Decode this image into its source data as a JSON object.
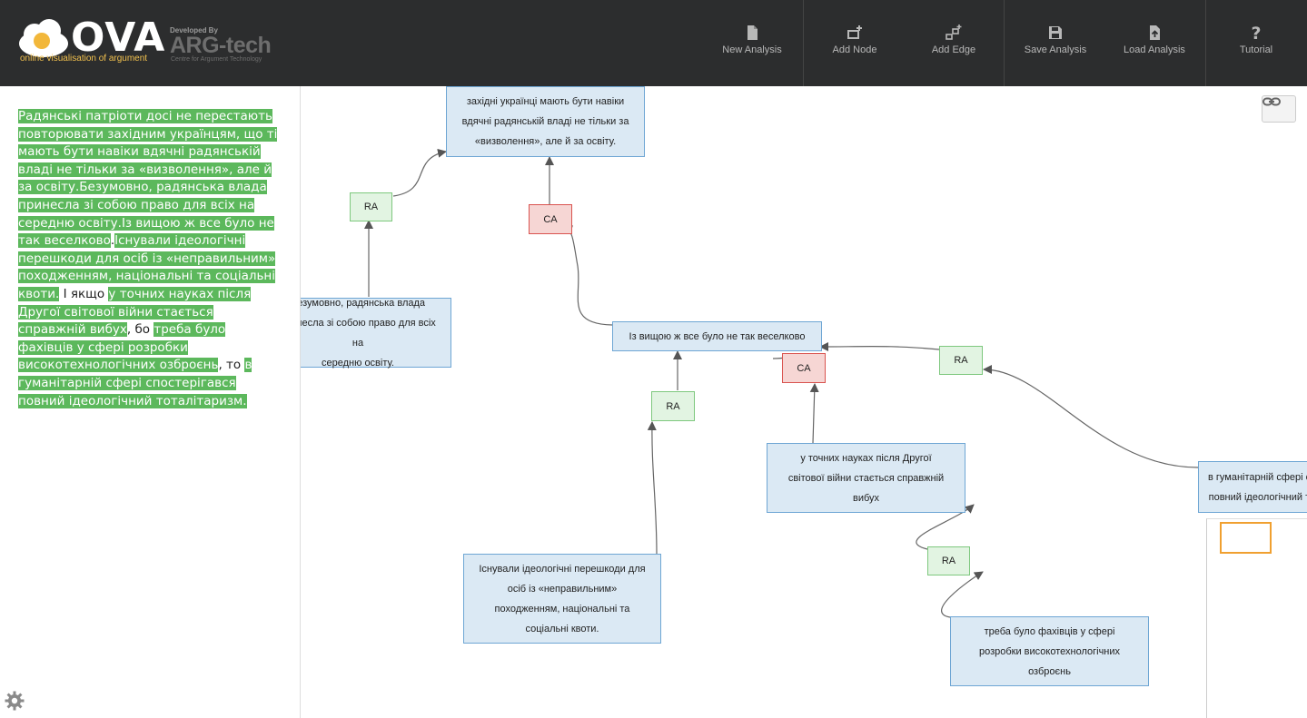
{
  "header": {
    "logo_text": "OVA",
    "logo_tagline": "online visualisation of argument",
    "arg_developed_by": "Developed By",
    "arg_name": "ARG-tech",
    "arg_subtitle": "Centre for Argument Technology",
    "nav": [
      {
        "label": "New Analysis",
        "icon": "file-icon"
      },
      {
        "label": "Add Node",
        "icon": "add-node-icon"
      },
      {
        "label": "Add Edge",
        "icon": "add-edge-icon"
      },
      {
        "label": "Save Analysis",
        "icon": "save-icon"
      },
      {
        "label": "Load Analysis",
        "icon": "load-icon"
      },
      {
        "label": "Tutorial",
        "icon": "question-icon"
      }
    ]
  },
  "source_text": {
    "s1": "Радянські патріоти досі не перестають повторювати західним українцям, що ті мають бути навіки вдячні радянській владі не тільки за «визволення», але й за освіту.",
    "s2": "Безумовно, радянська влада принесла зі собою право для всіх на середню освіту.",
    "s3": "Із вищою ж все було не так веселково",
    "p1": ".",
    "s4": "Існували ідеологічні перешкоди для осіб із «неправильним» походженням, національні та соціальні квоти.",
    "p2": " І якщо ",
    "s5": "у точних науках після Другої світової війни стається справжній вибух",
    "p3": ", бо ",
    "s6": "треба було фахівців у сфері розробки високотехнологічних озброєнь",
    "p4": ", то ",
    "s7": "в гуманітарній сфері спостерігався повний ідеологічний тоталітаризм."
  },
  "nodes": {
    "n1": [
      "західні українці мають бути навіки",
      "вдячні радянській владі не тільки за",
      "«визволення», але й за освіту."
    ],
    "n2": [
      "Безумовно, радянська влада",
      "принесла зі собою право для всіх на",
      "середню освіту."
    ],
    "n3": [
      "Із вищою ж все було не так веселково"
    ],
    "n4": [
      "Існували ідеологічні перешкоди для",
      "осіб із «неправильним»",
      "походженням, національні та",
      "соціальні квоти."
    ],
    "n5": [
      "у точних науках після Другої",
      "світової війни стається справжній",
      "вибух"
    ],
    "n6": [
      "треба було фахівців у сфері",
      "розробки високотехнологічних",
      "озброєнь"
    ],
    "n7": [
      "в гуманітарній сфері спостерігався",
      "повний ідеологічний тоталітаризм."
    ]
  },
  "schemes": {
    "ra1": "RA",
    "ca1": "CA",
    "ra2": "RA",
    "ca2": "CA",
    "ra3": "RA",
    "ra4": "RA"
  },
  "colors": {
    "header_bg": "#2c2d2e",
    "highlight": "#5cb85c",
    "inode_bg": "#dbe9f4",
    "inode_border": "#6ea6d4",
    "ra_bg": "#e2f4e2",
    "ra_border": "#7ec87e",
    "ca_bg": "#f6d6d4",
    "ca_border": "#d9534f"
  }
}
